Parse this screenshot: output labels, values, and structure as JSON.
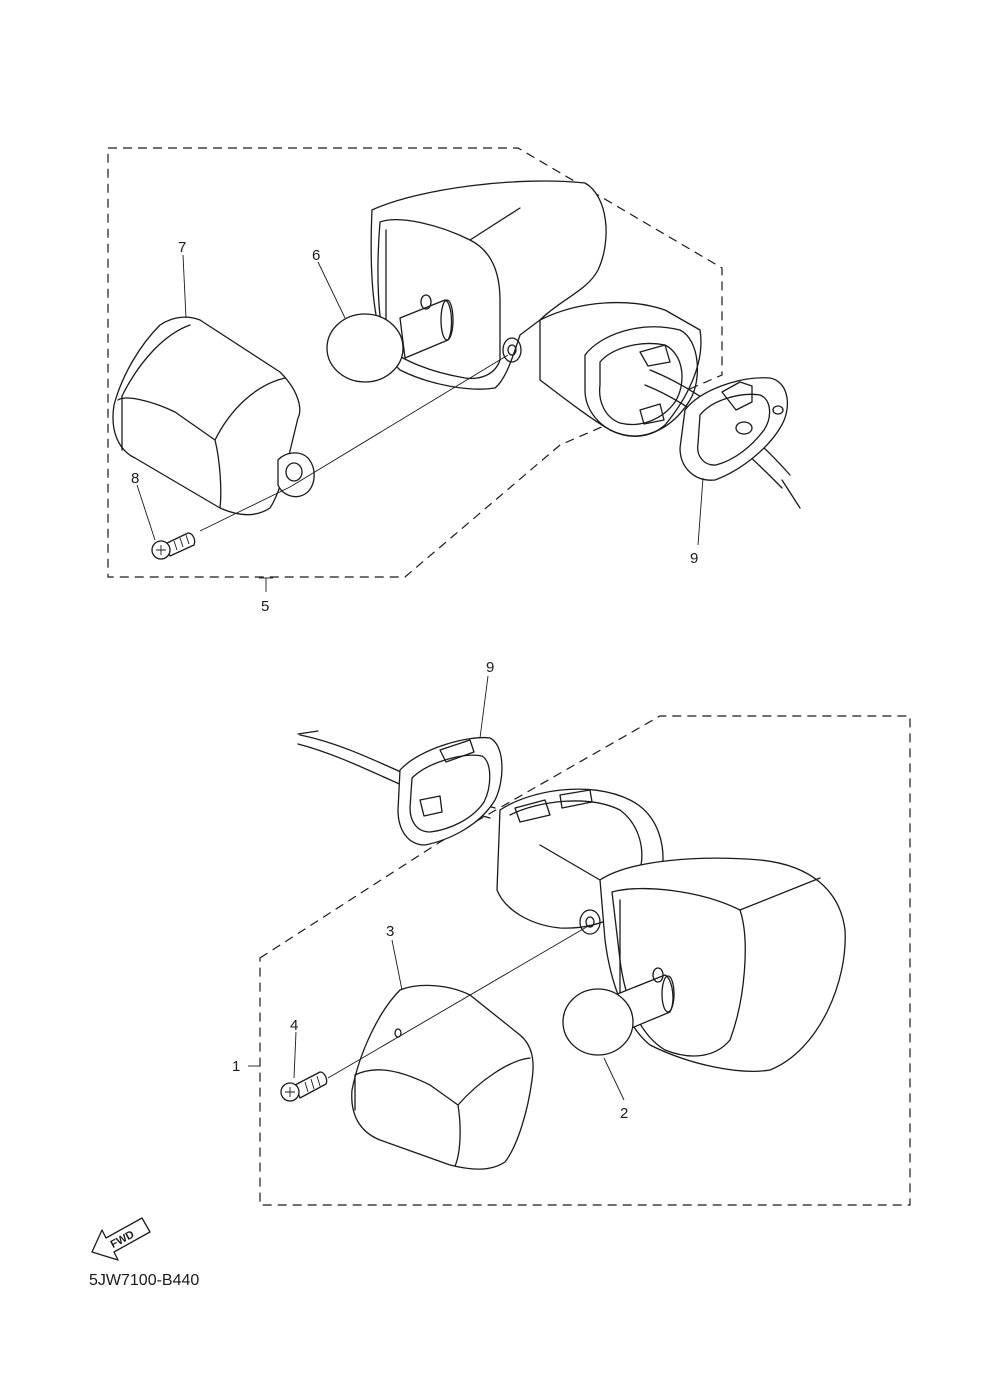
{
  "diagram": {
    "drawing_code": "5JW7100-B440",
    "direction_badge": "FWD",
    "upper_assembly": {
      "callouts": {
        "assembly": "5",
        "bulb": "6",
        "lens": "7",
        "screw": "8",
        "grommet": "9"
      }
    },
    "lower_assembly": {
      "callouts": {
        "assembly": "1",
        "bulb": "2",
        "lens": "3",
        "screw": "4",
        "grommet": "9"
      }
    }
  }
}
